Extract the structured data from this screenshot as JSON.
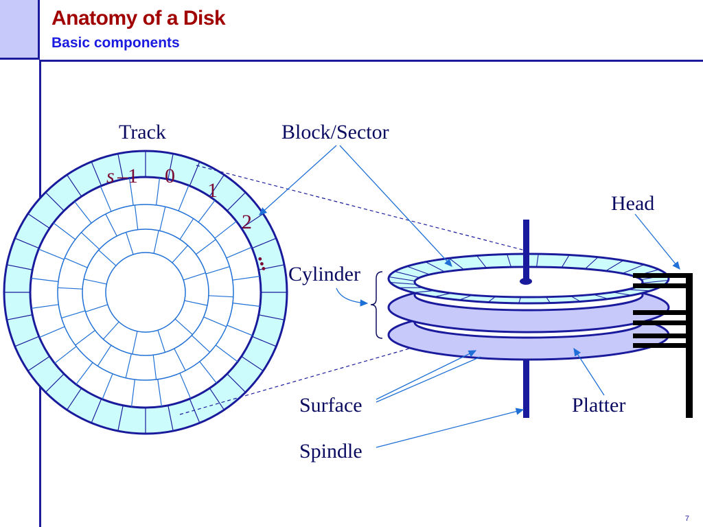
{
  "header": {
    "title": "Anatomy of a Disk",
    "subtitle": "Basic components"
  },
  "labels": {
    "track": "Track",
    "block_sector": "Block/Sector",
    "head": "Head",
    "cylinder": "Cylinder",
    "surface": "Surface",
    "platter": "Platter",
    "spindle": "Spindle",
    "sector_s": "s",
    "sector_s_suffix": "–1",
    "sector_0": "0",
    "sector_1": "1",
    "sector_2": "2",
    "ellipsis": "..."
  },
  "footer": {
    "page_number": "7"
  },
  "colors": {
    "platter_fill": "#ccfcfc",
    "platter_lower_fill": "#c7c9fb",
    "line_blue": "#1a1a9c",
    "thin_blue": "#1e6fd6",
    "black": "#000000"
  }
}
